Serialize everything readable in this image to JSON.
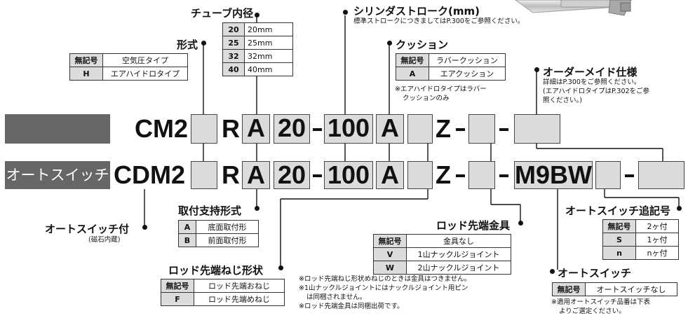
{
  "rows": {
    "row1": {
      "prefix": "CM2",
      "r": "R",
      "a": "A",
      "bore": "20",
      "stroke": "100",
      "cushion": "A",
      "z": "Z"
    },
    "row2": {
      "badge": "オートスイッチ付",
      "prefix": "CDM2",
      "r": "R",
      "a": "A",
      "bore": "20",
      "stroke": "100",
      "cushion": "A",
      "z": "Z",
      "switch": "M9BW"
    }
  },
  "bore": {
    "title": "チューブ内径",
    "options": [
      {
        "key": "20",
        "value": "20mm"
      },
      {
        "key": "25",
        "value": "25mm"
      },
      {
        "key": "32",
        "value": "32mm"
      },
      {
        "key": "40",
        "value": "40mm"
      }
    ]
  },
  "type": {
    "title": "形式",
    "options": [
      {
        "key": "無記号",
        "value": "空気圧タイプ"
      },
      {
        "key": "H",
        "value": "エアハイドロタイプ"
      }
    ]
  },
  "stroke": {
    "title": "シリンダストローク(mm)",
    "note": "標準ストロークにつきましてはP.300をご参照ください。"
  },
  "cushion": {
    "title": "クッション",
    "options": [
      {
        "key": "無記号",
        "value": "ラバークッション"
      },
      {
        "key": "A",
        "value": "エアクッション"
      }
    ],
    "note_lines": [
      "※エアハイドロタイプはラバー",
      "クッションのみ"
    ]
  },
  "order": {
    "title": "オーダーメイド仕様",
    "note_lines": [
      "詳細はP.300をご参照ください。",
      "(エアハイドロタイプはP.302をご参",
      "照ください。)"
    ]
  },
  "mount": {
    "title": "取付支持形式",
    "options": [
      {
        "key": "A",
        "value": "底面取付形"
      },
      {
        "key": "B",
        "value": "前面取付形"
      }
    ]
  },
  "autoswitch_magnet": {
    "title": "オートスイッチ付",
    "sub": "(磁石内蔵)"
  },
  "rod_thread": {
    "title": "ロッド先端ねじ形状",
    "options": [
      {
        "key": "無記号",
        "value": "ロッド先端おねじ"
      },
      {
        "key": "F",
        "value": "ロッド先端めねじ"
      }
    ]
  },
  "rod_fitting": {
    "title": "ロッド先端金具",
    "options": [
      {
        "key": "無記号",
        "value": "金具なし"
      },
      {
        "key": "V",
        "value": "1山ナックルジョイント"
      },
      {
        "key": "W",
        "value": "2山ナックルジョイント"
      }
    ],
    "note_lines": [
      "※ロッド先端ねじ形状めねじのときは金具はつきません。",
      "※1山ナックルジョイントにはナックルジョイント用ピン",
      "は同梱されません。",
      "※ロッド先端金具は同梱出荷です。"
    ]
  },
  "switch_count": {
    "title": "オートスイッチ追記号",
    "options": [
      {
        "key": "無記号",
        "value": "2ヶ付"
      },
      {
        "key": "S",
        "value": "1ヶ付"
      },
      {
        "key": "n",
        "value": "nヶ付"
      }
    ]
  },
  "autoswitch": {
    "title": "オートスイッチ",
    "options": [
      {
        "key": "無記号",
        "value": "オートスイッチなし"
      }
    ],
    "note_lines": [
      "※適用オートスイッチ品番は下表",
      "よりご選定ください。"
    ]
  }
}
